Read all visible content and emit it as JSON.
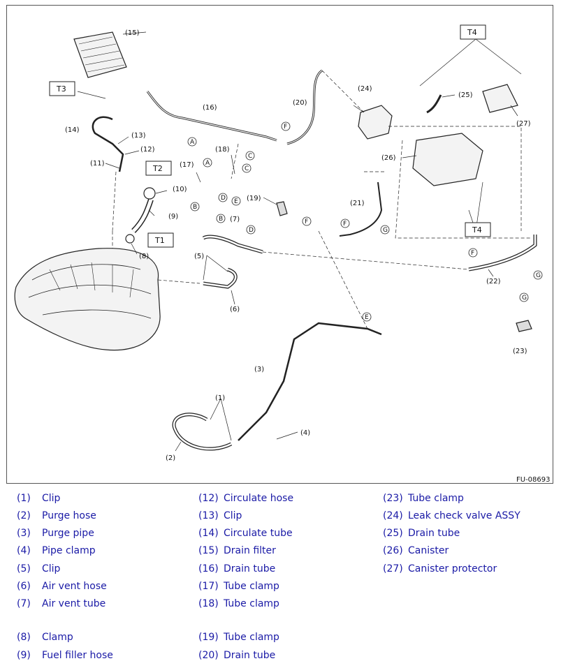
{
  "diagram": {
    "code": "FU-08693",
    "part_labels": [
      "(1)",
      "(2)",
      "(3)",
      "(4)",
      "(5)",
      "(6)",
      "(7)",
      "(8)",
      "(9)",
      "(10)",
      "(11)",
      "(12)",
      "(13)",
      "(14)",
      "(15)",
      "(16)",
      "(17)",
      "(18)",
      "(19)",
      "(20)",
      "(21)",
      "(22)",
      "(23)",
      "(24)",
      "(25)",
      "(26)",
      "(27)"
    ],
    "torque_labels": [
      "T1",
      "T2",
      "T3",
      "T4"
    ],
    "ref_letters": [
      "A",
      "B",
      "C",
      "D",
      "E",
      "F",
      "G"
    ]
  },
  "legend": [
    {
      "num": "(1)",
      "name": "Clip"
    },
    {
      "num": "(2)",
      "name": "Purge hose"
    },
    {
      "num": "(3)",
      "name": "Purge pipe"
    },
    {
      "num": "(4)",
      "name": "Pipe clamp"
    },
    {
      "num": "(5)",
      "name": "Clip"
    },
    {
      "num": "(6)",
      "name": "Air vent hose"
    },
    {
      "num": "(7)",
      "name": "Air vent tube"
    },
    {
      "num": "(8)",
      "name": "Clamp"
    },
    {
      "num": "(9)",
      "name": "Fuel filler hose"
    },
    {
      "num": "(12)",
      "name": "Circulate hose"
    },
    {
      "num": "(13)",
      "name": "Clip"
    },
    {
      "num": "(14)",
      "name": "Circulate tube"
    },
    {
      "num": "(15)",
      "name": "Drain filter"
    },
    {
      "num": "(16)",
      "name": "Drain tube"
    },
    {
      "num": "(17)",
      "name": "Tube clamp"
    },
    {
      "num": "(18)",
      "name": "Tube clamp"
    },
    {
      "num": "(19)",
      "name": "Tube clamp"
    },
    {
      "num": "(20)",
      "name": "Drain tube"
    },
    {
      "num": "(23)",
      "name": "Tube clamp"
    },
    {
      "num": "(24)",
      "name": "Leak check valve ASSY"
    },
    {
      "num": "(25)",
      "name": "Drain tube"
    },
    {
      "num": "(26)",
      "name": "Canister"
    },
    {
      "num": "(27)",
      "name": "Canister protector"
    }
  ]
}
